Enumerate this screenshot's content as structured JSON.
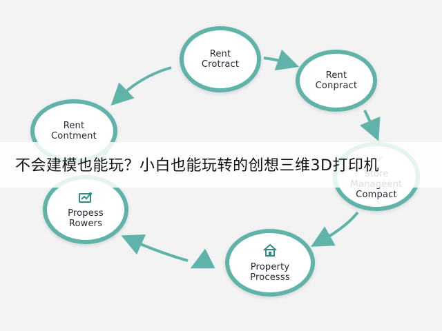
{
  "nodes": {
    "top": "Rent\nCrotract",
    "right_upper": "Rent\nConpract",
    "right_lower": "Store\nManageent\nCompact",
    "bottom": "Property\nProcesss",
    "left_lower": "Propess\nRowers",
    "left_upper": "Rent\nContment"
  },
  "banner": {
    "text": "不会建模也能玩？小白也能玩转的创想三维3D打印机"
  },
  "colors": {
    "accent": "#5fb3a8",
    "background": "#f3f3f3",
    "text": "#1e2430"
  },
  "icons": {
    "left_lower": "document-chart-icon",
    "bottom": "house-icon",
    "right_lower": "faded-icon"
  }
}
